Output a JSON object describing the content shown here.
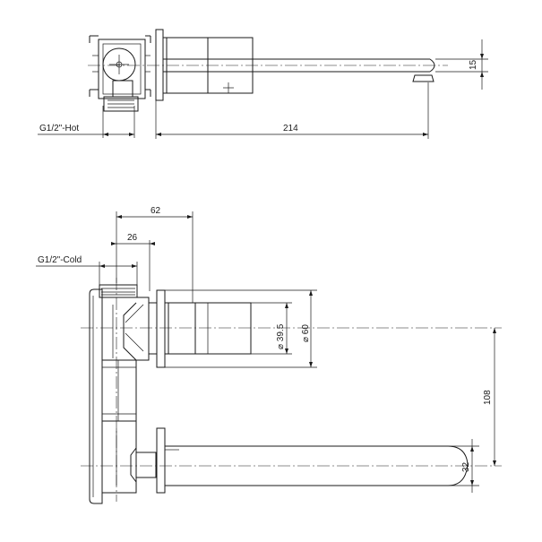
{
  "drawing": {
    "top_view": {
      "hot_inlet_label": "G1/2\"-Hot",
      "spout_length": "214",
      "spout_height": "15"
    },
    "side_view": {
      "cold_inlet_label": "G1/2\"-Cold",
      "depth_62": "62",
      "depth_26": "26",
      "dia_39_5": "⌀ 39.5",
      "dia_60": "⌀ 60",
      "vertical_108": "108",
      "spout_dia_32": "32"
    }
  },
  "colors": {
    "line": "#1a1a1a",
    "background": "#ffffff"
  }
}
